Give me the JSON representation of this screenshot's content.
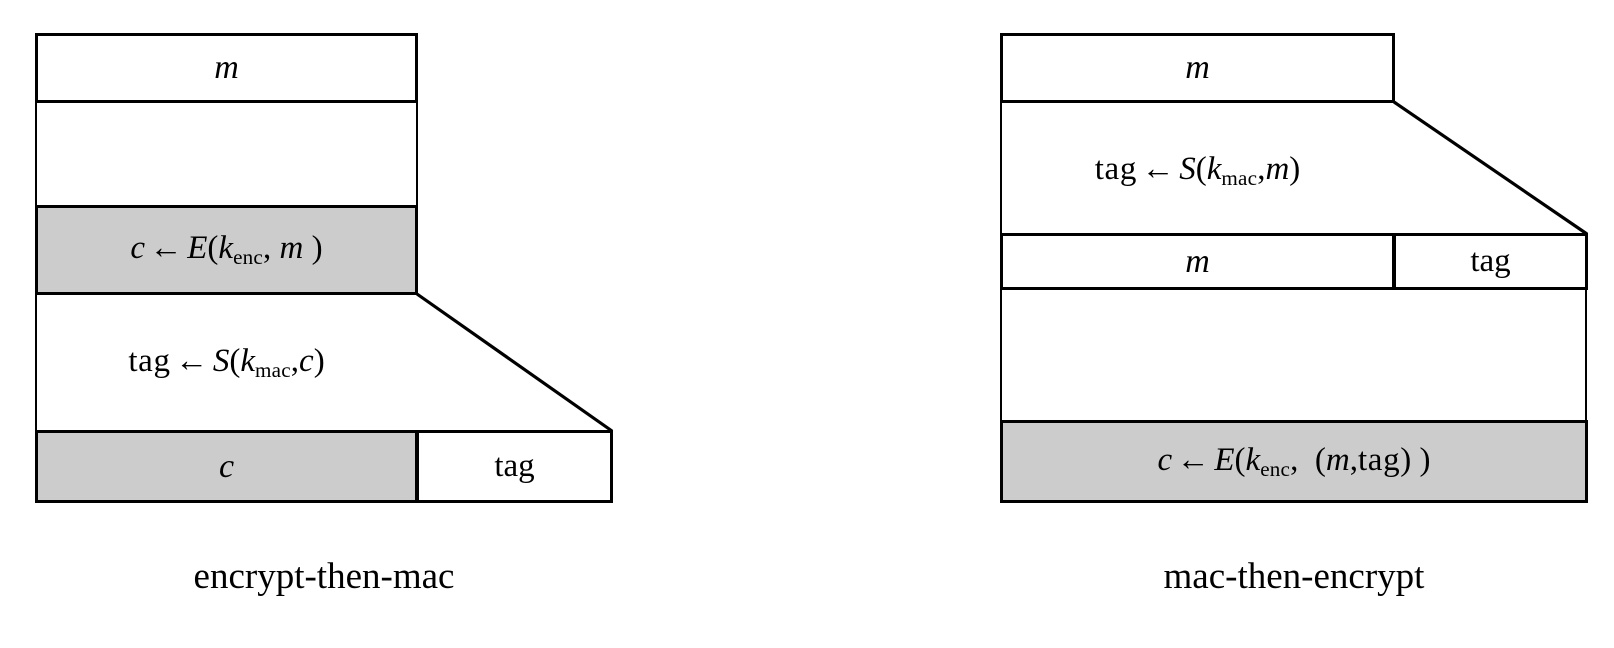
{
  "figure": {
    "kind": "authenticated-encryption-construction-diagram",
    "background_color": "#ffffff",
    "stroke_color": "#000000",
    "shaded_fill": "#cccccc",
    "unshaded_fill": "#ffffff"
  },
  "diagrams": [
    {
      "id": "encrypt-then-mac",
      "caption": "encrypt-then-mac",
      "rows": [
        {
          "id": "plaintext-row",
          "cells": [
            {
              "id": "m",
              "text": "m",
              "shaded": false,
              "style": "italic"
            }
          ]
        },
        {
          "id": "encrypt-row",
          "cells": [
            {
              "id": "ciphertext-op",
              "shaded": true,
              "math": {
                "lhs": "c",
                "arrow": "←",
                "fn": "E",
                "open": "(",
                "key_base": "k",
                "key_sub": "enc",
                "comma": ",",
                "arg": "m",
                "close": ")"
              }
            }
          ]
        },
        {
          "id": "output-row",
          "cells": [
            {
              "id": "c",
              "text": "c",
              "shaded": true,
              "style": "italic"
            },
            {
              "id": "tag",
              "text": "tag",
              "shaded": false,
              "style": "upright"
            }
          ]
        }
      ],
      "gap_labels": [
        {
          "id": "mac-step",
          "math": {
            "lhs": "tag",
            "lhs_style": "upright",
            "arrow": "←",
            "fn": "S",
            "open": "(",
            "key_base": "k",
            "key_sub": "mac",
            "comma": ",",
            "arg": "c",
            "close": ")"
          }
        }
      ]
    },
    {
      "id": "mac-then-encrypt",
      "caption": "mac-then-encrypt",
      "rows": [
        {
          "id": "plaintext-row",
          "cells": [
            {
              "id": "m",
              "text": "m",
              "shaded": false,
              "style": "italic"
            }
          ]
        },
        {
          "id": "tagged-row",
          "cells": [
            {
              "id": "m",
              "text": "m",
              "shaded": false,
              "style": "italic"
            },
            {
              "id": "tag",
              "text": "tag",
              "shaded": false,
              "style": "upright"
            }
          ]
        },
        {
          "id": "encrypt-row",
          "cells": [
            {
              "id": "ciphertext-op",
              "shaded": true,
              "math": {
                "lhs": "c",
                "arrow": "←",
                "fn": "E",
                "open": "(",
                "key_base": "k",
                "key_sub": "enc",
                "comma": ",",
                "arg_open": "(",
                "arg_a": "m",
                "arg_comma": ",",
                "arg_b": "tag",
                "arg_close": ")",
                "close": ")"
              }
            }
          ]
        }
      ],
      "gap_labels": [
        {
          "id": "mac-step",
          "math": {
            "lhs": "tag",
            "lhs_style": "upright",
            "arrow": "←",
            "fn": "S",
            "open": "(",
            "key_base": "k",
            "key_sub": "mac",
            "comma": ",",
            "arg": "m",
            "close": ")"
          }
        }
      ]
    }
  ],
  "text": {
    "left_caption": "encrypt-then-mac",
    "right_caption": "mac-then-encrypt",
    "m": "m",
    "c": "c",
    "tag": "tag",
    "arrow": "←",
    "E": "E",
    "S": "S",
    "k": "k",
    "sub_enc": "enc",
    "sub_mac": "mac",
    "paren_open": "(",
    "paren_close": ")",
    "comma": ","
  }
}
